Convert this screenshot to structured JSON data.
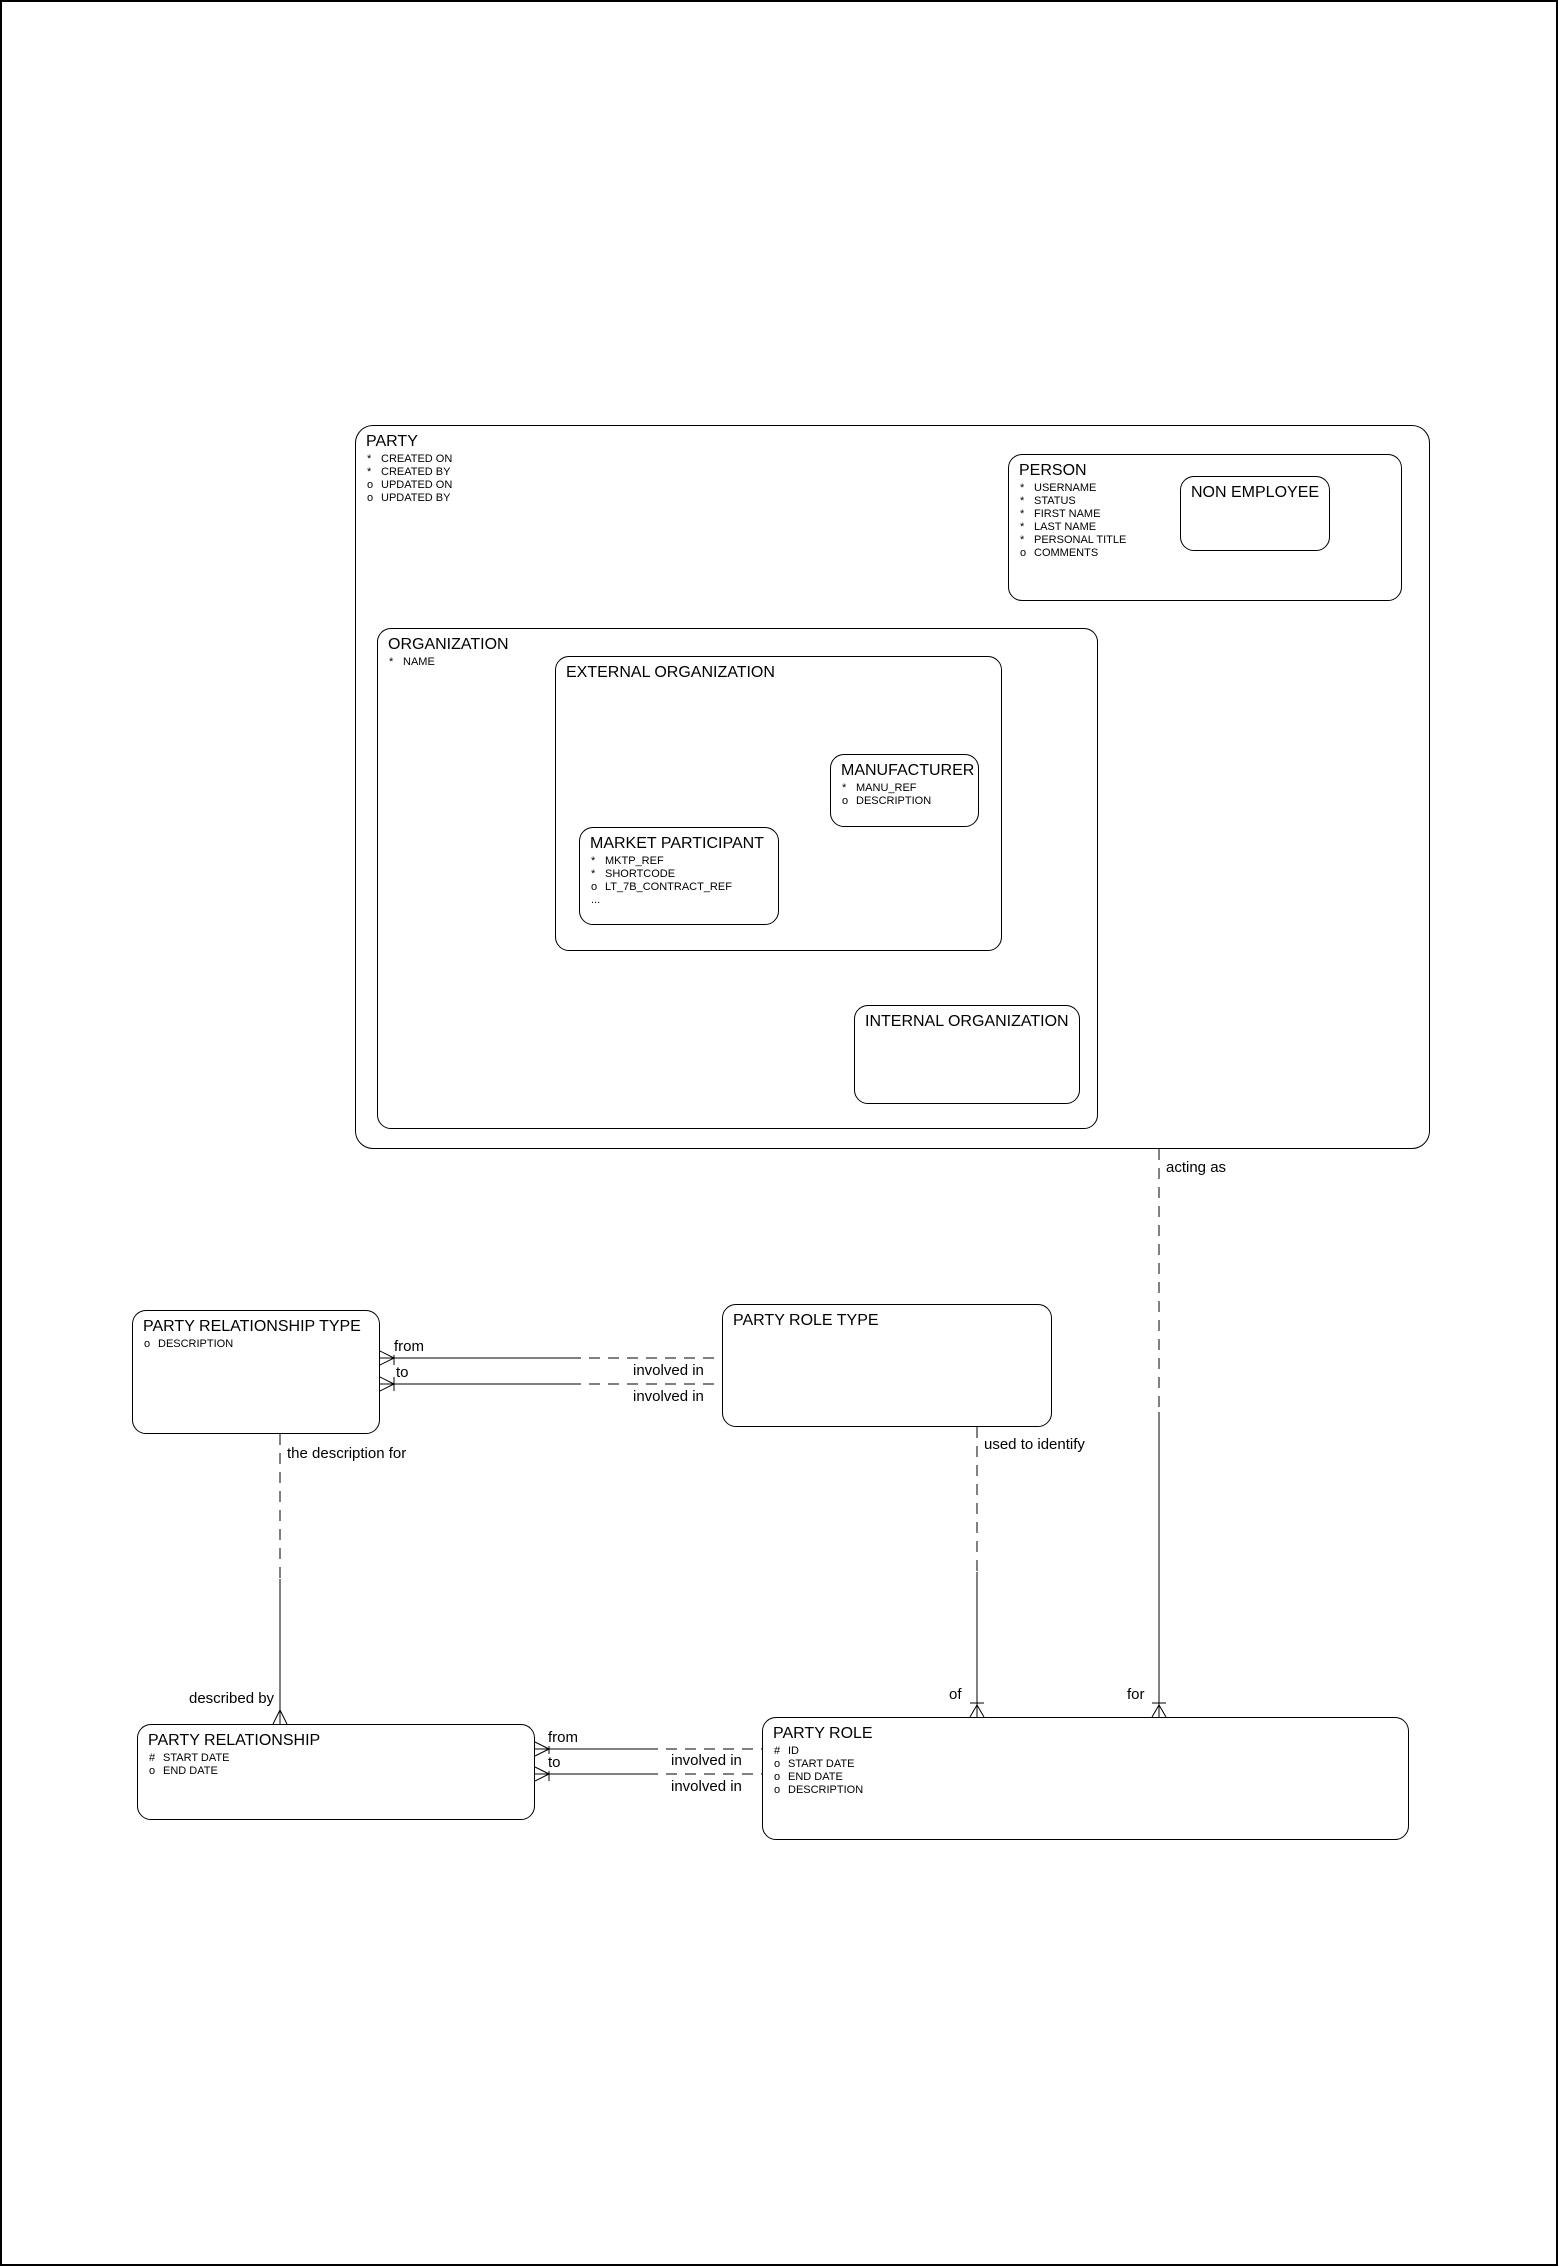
{
  "canvas": {
    "background": "#ffffff",
    "line_color": "#000000"
  },
  "entities": {
    "party": {
      "title": "PARTY",
      "attributes": [
        [
          "*",
          "CREATED ON"
        ],
        [
          "*",
          "CREATED BY"
        ],
        [
          "o",
          "UPDATED ON"
        ],
        [
          "o",
          "UPDATED BY"
        ]
      ]
    },
    "person": {
      "title": "PERSON",
      "attributes": [
        [
          "*",
          "USERNAME"
        ],
        [
          "*",
          "STATUS"
        ],
        [
          "*",
          "FIRST NAME"
        ],
        [
          "*",
          "LAST NAME"
        ],
        [
          "*",
          "PERSONAL TITLE"
        ],
        [
          "o",
          "COMMENTS"
        ]
      ]
    },
    "non_employee": {
      "title": "NON EMPLOYEE",
      "attributes": []
    },
    "organization": {
      "title": "ORGANIZATION",
      "attributes": [
        [
          "*",
          "NAME"
        ]
      ]
    },
    "external_organization": {
      "title": "EXTERNAL ORGANIZATION",
      "attributes": []
    },
    "manufacturer": {
      "title": "MANUFACTURER",
      "attributes": [
        [
          "*",
          "MANU_REF"
        ],
        [
          "o",
          "DESCRIPTION"
        ]
      ]
    },
    "market_participant": {
      "title": "MARKET PARTICIPANT",
      "attributes": [
        [
          "*",
          "MKTP_REF"
        ],
        [
          "*",
          "SHORTCODE"
        ],
        [
          "o",
          "LT_7B_CONTRACT_REF"
        ],
        [
          "...",
          ""
        ]
      ]
    },
    "internal_organization": {
      "title": "INTERNAL ORGANIZATION",
      "attributes": []
    },
    "party_relationship_type": {
      "title": "PARTY RELATIONSHIP TYPE",
      "attributes": [
        [
          "o",
          "DESCRIPTION"
        ]
      ]
    },
    "party_role_type": {
      "title": "PARTY ROLE TYPE",
      "attributes": []
    },
    "party_relationship": {
      "title": "PARTY RELATIONSHIP",
      "attributes": [
        [
          "#",
          "START DATE"
        ],
        [
          "o",
          "END DATE"
        ]
      ]
    },
    "party_role": {
      "title": "PARTY ROLE",
      "attributes": [
        [
          "#",
          "ID"
        ],
        [
          "o",
          "START DATE"
        ],
        [
          "o",
          "END DATE"
        ],
        [
          "o",
          "DESCRIPTION"
        ]
      ]
    }
  },
  "labels": {
    "acting_as": "acting as",
    "for": "for",
    "of": "of",
    "used_to_identify": "used to identify",
    "the_description_for": "the description for",
    "described_by": "described by",
    "prt_from": "from",
    "prt_to": "to",
    "prt_involved_in_top": "involved in",
    "prt_involved_in_bottom": "involved in",
    "pr_from": "from",
    "pr_to": "to",
    "pr_involved_in_top": "involved in",
    "pr_involved_in_bottom": "involved in"
  }
}
